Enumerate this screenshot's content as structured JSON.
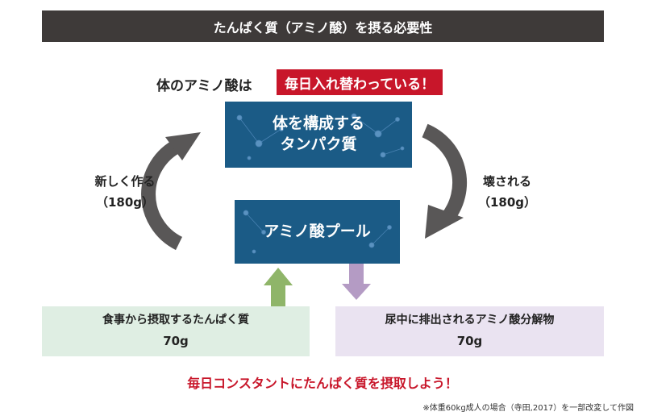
{
  "title": "たんぱく質（アミノ酸）を摂る必要性",
  "headline": {
    "prefix": "体のアミノ酸は",
    "highlight": "毎日入れ替わっている！"
  },
  "protein_box": {
    "line1": "体を構成する",
    "line2": "タンパク質"
  },
  "pool_box": {
    "label": "アミノ酸プール"
  },
  "left_label": {
    "line1": "新しく作る",
    "line2": "（180g）"
  },
  "right_label": {
    "line1": "壊される",
    "line2": "（180g）"
  },
  "intake_box": {
    "label": "食事から摂取するたんぱく質",
    "amount": "70g"
  },
  "excrete_box": {
    "label": "尿中に排出されるアミノ酸分解物",
    "amount": "70g"
  },
  "bottom_message": "毎日コンスタントにたんぱく質を摂取しよう！",
  "footnote": "※体重60kg成人の場合（寺田,2017）を一部改変して作図",
  "colors": {
    "title_bg": "#3e3a39",
    "highlight_red": "#c8162a",
    "box_blue": "#1b5b86",
    "arrow_gray": "#595757",
    "arrow_green": "#8fb569",
    "arrow_purple": "#b49bc4",
    "intake_bg": "#dfeee3",
    "excrete_bg": "#eae3f1"
  }
}
